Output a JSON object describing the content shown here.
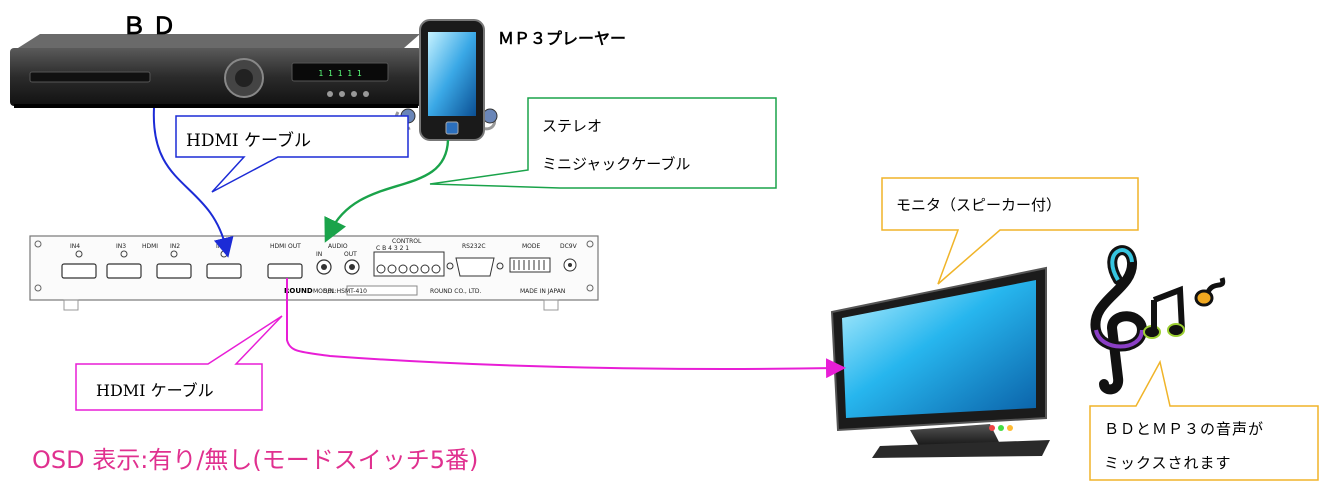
{
  "devices": {
    "bd_label": "ＢＤ",
    "mp3_label": "ＭＰ３プレーヤー",
    "bd_display": "1 1 1 1 1"
  },
  "callouts": {
    "hdmi_top": "HDMI ケーブル",
    "stereo_line1": "ステレオ",
    "stereo_line2": "ミニジャックケーブル",
    "monitor": "モニタ（スピーカー付）",
    "hdmi_bottom": "HDMI ケーブル",
    "mix_line1": "ＢＤとＭＰ３の音声が",
    "mix_line2": "ミックスされます"
  },
  "switcher": {
    "in4": "IN4",
    "in3": "IN3",
    "hdmi_group": "HDMI",
    "in2": "IN2",
    "in1": "IN1",
    "hdmi_out": "HDMI OUT",
    "audio": "AUDIO",
    "audio_in": "IN",
    "audio_out": "OUT",
    "control": "CONTROL",
    "control_pins": "C B 4 3 2 1",
    "rs232c": "RS232C",
    "mode": "MODE",
    "dc": "DC9V",
    "brand": "ROUND",
    "model": "MODEL:HSMT-410",
    "serial": "S/N",
    "maker": "ROUND CO., LTD.",
    "origin": "MADE IN JAPAN"
  },
  "footer": {
    "osd_note": "OSD 表示:有り/無し(モードスイッチ5番)"
  },
  "colors": {
    "hdmi_top_cable": "#1c2bd6",
    "stereo_cable": "#1aa34a",
    "hdmi_out_cable": "#e81ed6",
    "monitor_callout": "#f0b429",
    "osd_text": "#e0308f"
  }
}
